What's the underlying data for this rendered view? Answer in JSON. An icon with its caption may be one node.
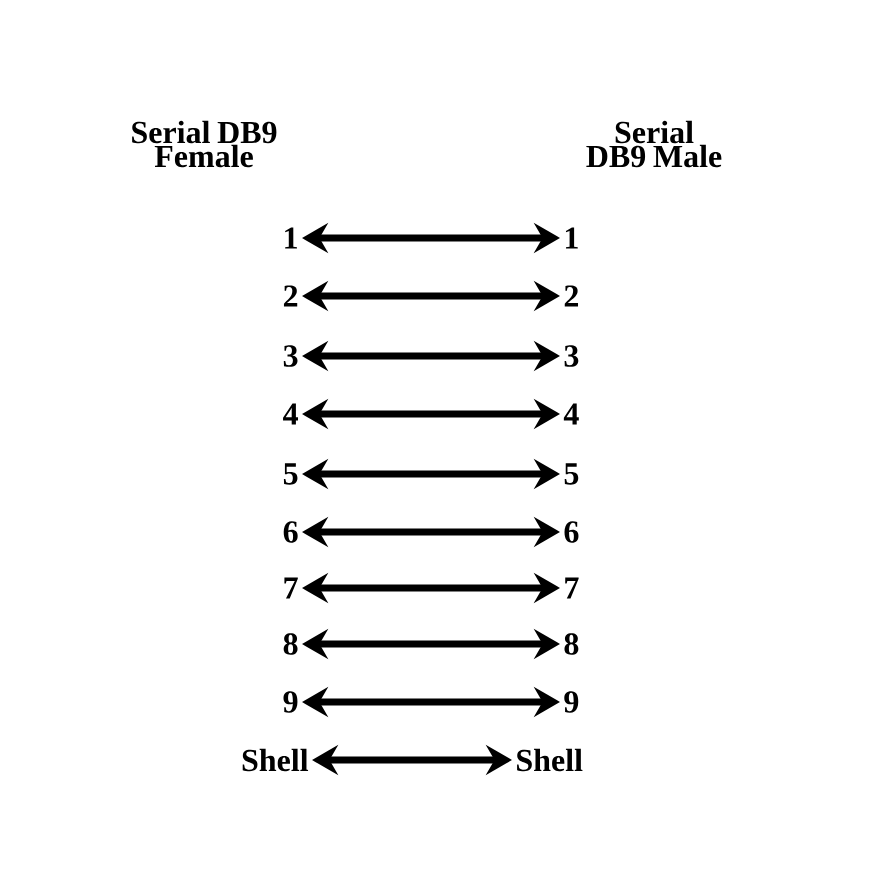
{
  "diagram": {
    "nodes": [
      {
        "text": [
          "1"
        ]
      },
      {
        "text": [
          "1"
        ]
      },
      {
        "text": [
          "2"
        ]
      },
      {
        "text": [
          "2"
        ]
      },
      {
        "text": [
          "3"
        ]
      },
      {
        "text": [
          "3"
        ]
      },
      {
        "text": [
          "4"
        ]
      },
      {
        "text": [
          "4"
        ]
      },
      {
        "text": [
          "5"
        ]
      },
      {
        "text": [
          "5"
        ]
      },
      {
        "text": [
          "6"
        ]
      },
      {
        "text": [
          "6"
        ]
      },
      {
        "text": [
          "7"
        ]
      },
      {
        "text": [
          "7"
        ]
      },
      {
        "text": [
          "8"
        ]
      },
      {
        "text": [
          "8"
        ]
      },
      {
        "text": [
          "9"
        ]
      },
      {
        "text": [
          "9"
        ]
      },
      {
        "text": [
          "Shell"
        ]
      },
      {
        "text": [
          "Shell"
        ]
      }
    ],
    "edges": [
      {
        "from": 0,
        "to": 1,
        "arrow": "both"
      },
      {
        "from": 2,
        "to": 3,
        "arrow": "both"
      },
      {
        "from": 4,
        "to": 5,
        "arrow": "both"
      },
      {
        "from": 6,
        "to": 7,
        "arrow": "both"
      },
      {
        "from": 8,
        "to": 9,
        "arrow": "both"
      },
      {
        "from": 10,
        "to": 11,
        "arrow": "both"
      },
      {
        "from": 12,
        "to": 13,
        "arrow": "both"
      },
      {
        "from": 14,
        "to": 15,
        "arrow": "both"
      },
      {
        "from": 16,
        "to": 17,
        "arrow": "both"
      },
      {
        "from": 18,
        "to": 19,
        "arrow": "both"
      }
    ],
    "labels": [
      "Serial DB9 Female",
      "Serial DB9 Male"
    ]
  }
}
